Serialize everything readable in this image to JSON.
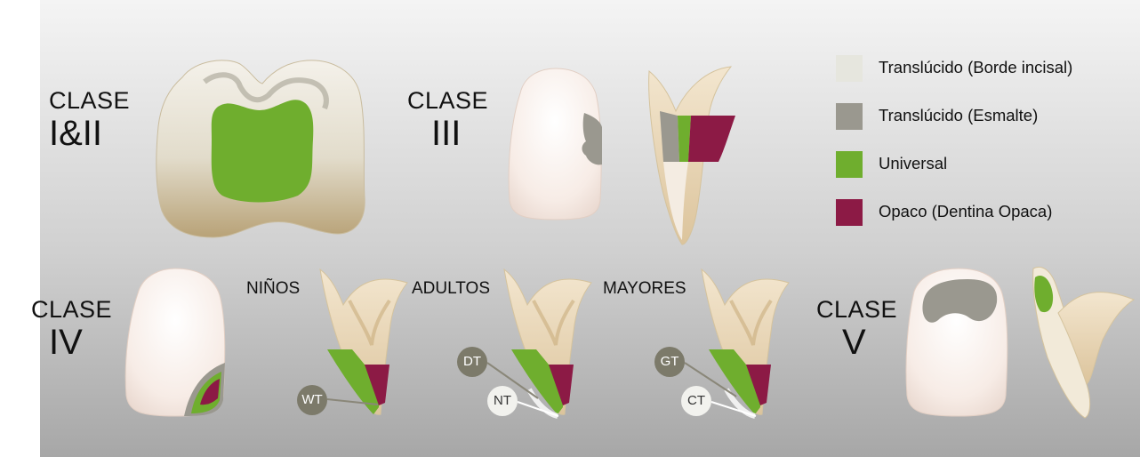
{
  "classes": {
    "c1": {
      "word": "CLASE",
      "num": "I&II"
    },
    "c3": {
      "word": "CLASE",
      "num": "III"
    },
    "c4": {
      "word": "CLASE",
      "num": "IV"
    },
    "c5": {
      "word": "CLASE",
      "num": "V"
    }
  },
  "ages": {
    "ninos": "NIÑOS",
    "adultos": "ADULTOS",
    "mayores": "MAYORES"
  },
  "legend": [
    {
      "label": "Translúcido (Borde incisal)",
      "color": "#e6e6de"
    },
    {
      "label": "Translúcido (Esmalte)",
      "color": "#9a988f"
    },
    {
      "label": "Universal",
      "color": "#6fae2e"
    },
    {
      "label": "Opaco (Dentina Opaca)",
      "color": "#8c1a45"
    }
  ],
  "badges": {
    "wt": "WT",
    "dt": "DT",
    "nt": "NT",
    "gt": "GT",
    "ct": "CT"
  },
  "colors": {
    "universal": "#6fae2e",
    "opaque": "#8c1a45",
    "enamel": "#9a988f",
    "incisal": "#e6e6de",
    "badge_dark": "#7c7a6a",
    "badge_light": "#f2f2ee"
  }
}
